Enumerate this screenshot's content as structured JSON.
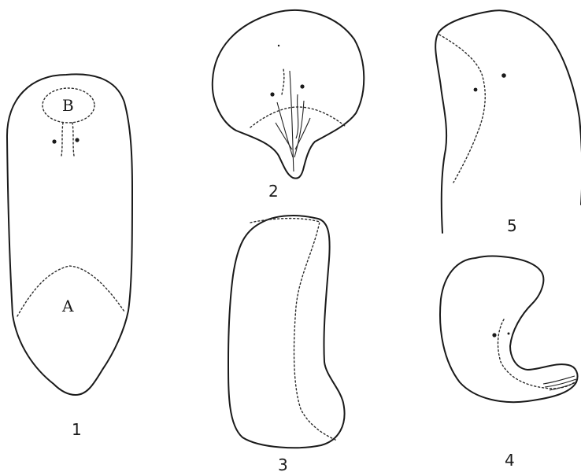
{
  "figures": [
    {
      "number": "1",
      "regions": [
        "A",
        "B"
      ]
    },
    {
      "number": "2"
    },
    {
      "number": "3"
    },
    {
      "number": "4"
    },
    {
      "number": "5"
    }
  ],
  "colors": {
    "ink": "#1a1a1a",
    "paper": "#ffffff"
  }
}
